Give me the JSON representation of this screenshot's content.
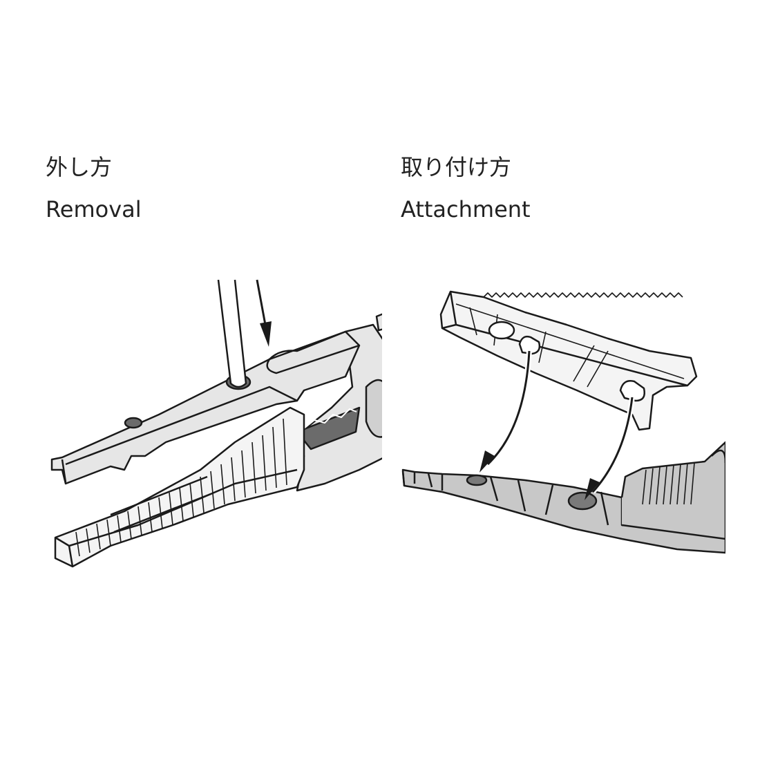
{
  "removal": {
    "heading_jp": "外し方",
    "heading_en": "Removal"
  },
  "attachment": {
    "heading_jp": "取り付け方",
    "heading_en": "Attachment"
  },
  "colors": {
    "line": "#1a1a1a",
    "jaw_fill": "#e6e6e6",
    "dark_fill": "#6b6b6b",
    "cap_fill": "#f4f4f4",
    "attach_jaw_fill": "#c8c8c8",
    "hole_fill": "#7a7a7a"
  }
}
